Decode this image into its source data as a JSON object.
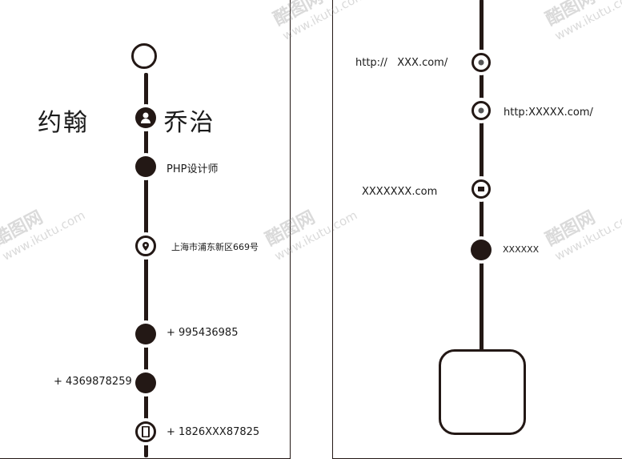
{
  "front": {
    "name": "约翰 乔治",
    "title": "PHP设计师",
    "address": "上海市浦东新区669号",
    "phone1": "+ 995436985",
    "phone2": "+ 4369878259",
    "phone3": "+ 1826XXX87825"
  },
  "back": {
    "url1": "http://   XXX.com/",
    "url2": "http:XXXXX.com/",
    "email": "XXXXXXX.com",
    "other": "XXXXXX"
  },
  "watermark": {
    "brand": "酷图网",
    "url": "www.ikutu.com"
  },
  "colors": {
    "ink": "#231815",
    "background": "#ffffff"
  }
}
